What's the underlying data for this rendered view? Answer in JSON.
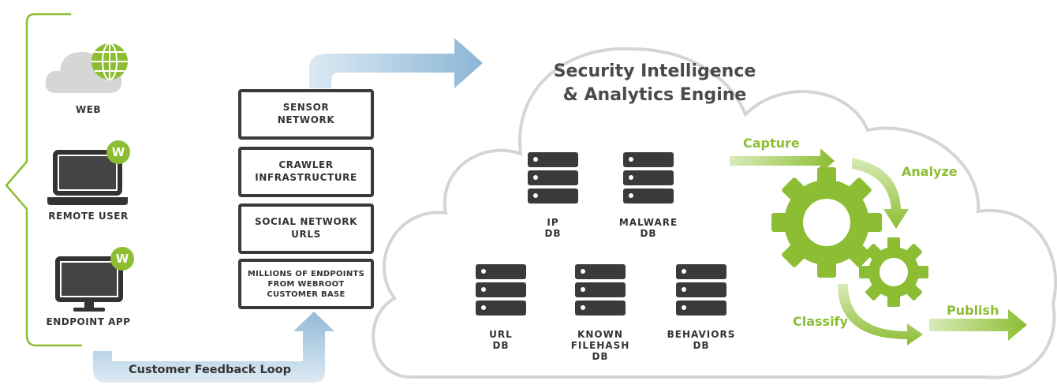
{
  "sources": [
    {
      "label": "WEB",
      "icon": "cloud-globe-icon"
    },
    {
      "label": "REMOTE USER",
      "icon": "laptop-icon"
    },
    {
      "label": "ENDPOINT APP",
      "icon": "desktop-icon"
    }
  ],
  "badge_letter": "W",
  "collectors": [
    "SENSOR\nNETWORK",
    "CRAWLER\nINFRASTRUCTURE",
    "SOCIAL NETWORK\nURLS",
    "MILLIONS OF ENDPOINTS\nFROM WEBROOT\nCUSTOMER BASE"
  ],
  "engine_title": "Security Intelligence\n& Analytics Engine",
  "databases": [
    "IP\nDB",
    "MALWARE\nDB",
    "URL\nDB",
    "KNOWN\nFILEHASH\nDB",
    "BEHAVIORS\nDB"
  ],
  "steps": {
    "capture": "Capture",
    "analyze": "Analyze",
    "classify": "Classify",
    "publish": "Publish"
  },
  "feedback_loop": "Customer Feedback Loop",
  "colors": {
    "accent_green": "#8cbd33",
    "dark_gray": "#3a3a3a",
    "arrow_blue": "#8fb8d8",
    "cloud_gray": "#d5d5d5"
  }
}
